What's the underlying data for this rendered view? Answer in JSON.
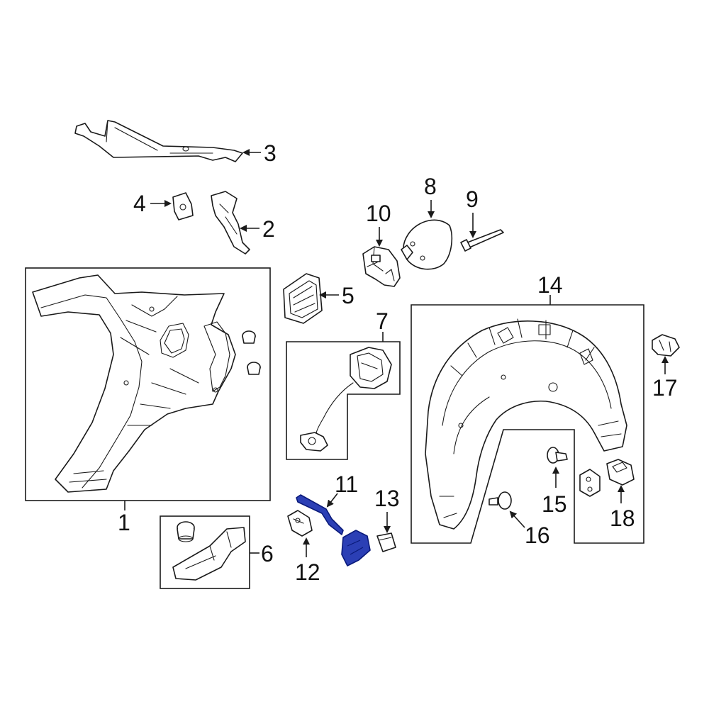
{
  "diagram": {
    "highlight_color": "#2b3fb5",
    "line_color": "#1a1a1a",
    "callouts": [
      {
        "id": "1",
        "label": "1"
      },
      {
        "id": "2",
        "label": "2"
      },
      {
        "id": "3",
        "label": "3"
      },
      {
        "id": "4",
        "label": "4"
      },
      {
        "id": "5",
        "label": "5"
      },
      {
        "id": "6",
        "label": "6"
      },
      {
        "id": "7",
        "label": "7"
      },
      {
        "id": "8",
        "label": "8"
      },
      {
        "id": "9",
        "label": "9"
      },
      {
        "id": "10",
        "label": "10"
      },
      {
        "id": "11",
        "label": "11"
      },
      {
        "id": "12",
        "label": "12"
      },
      {
        "id": "13",
        "label": "13"
      },
      {
        "id": "14",
        "label": "14"
      },
      {
        "id": "15",
        "label": "15"
      },
      {
        "id": "16",
        "label": "16"
      },
      {
        "id": "17",
        "label": "17"
      },
      {
        "id": "18",
        "label": "18"
      }
    ]
  }
}
